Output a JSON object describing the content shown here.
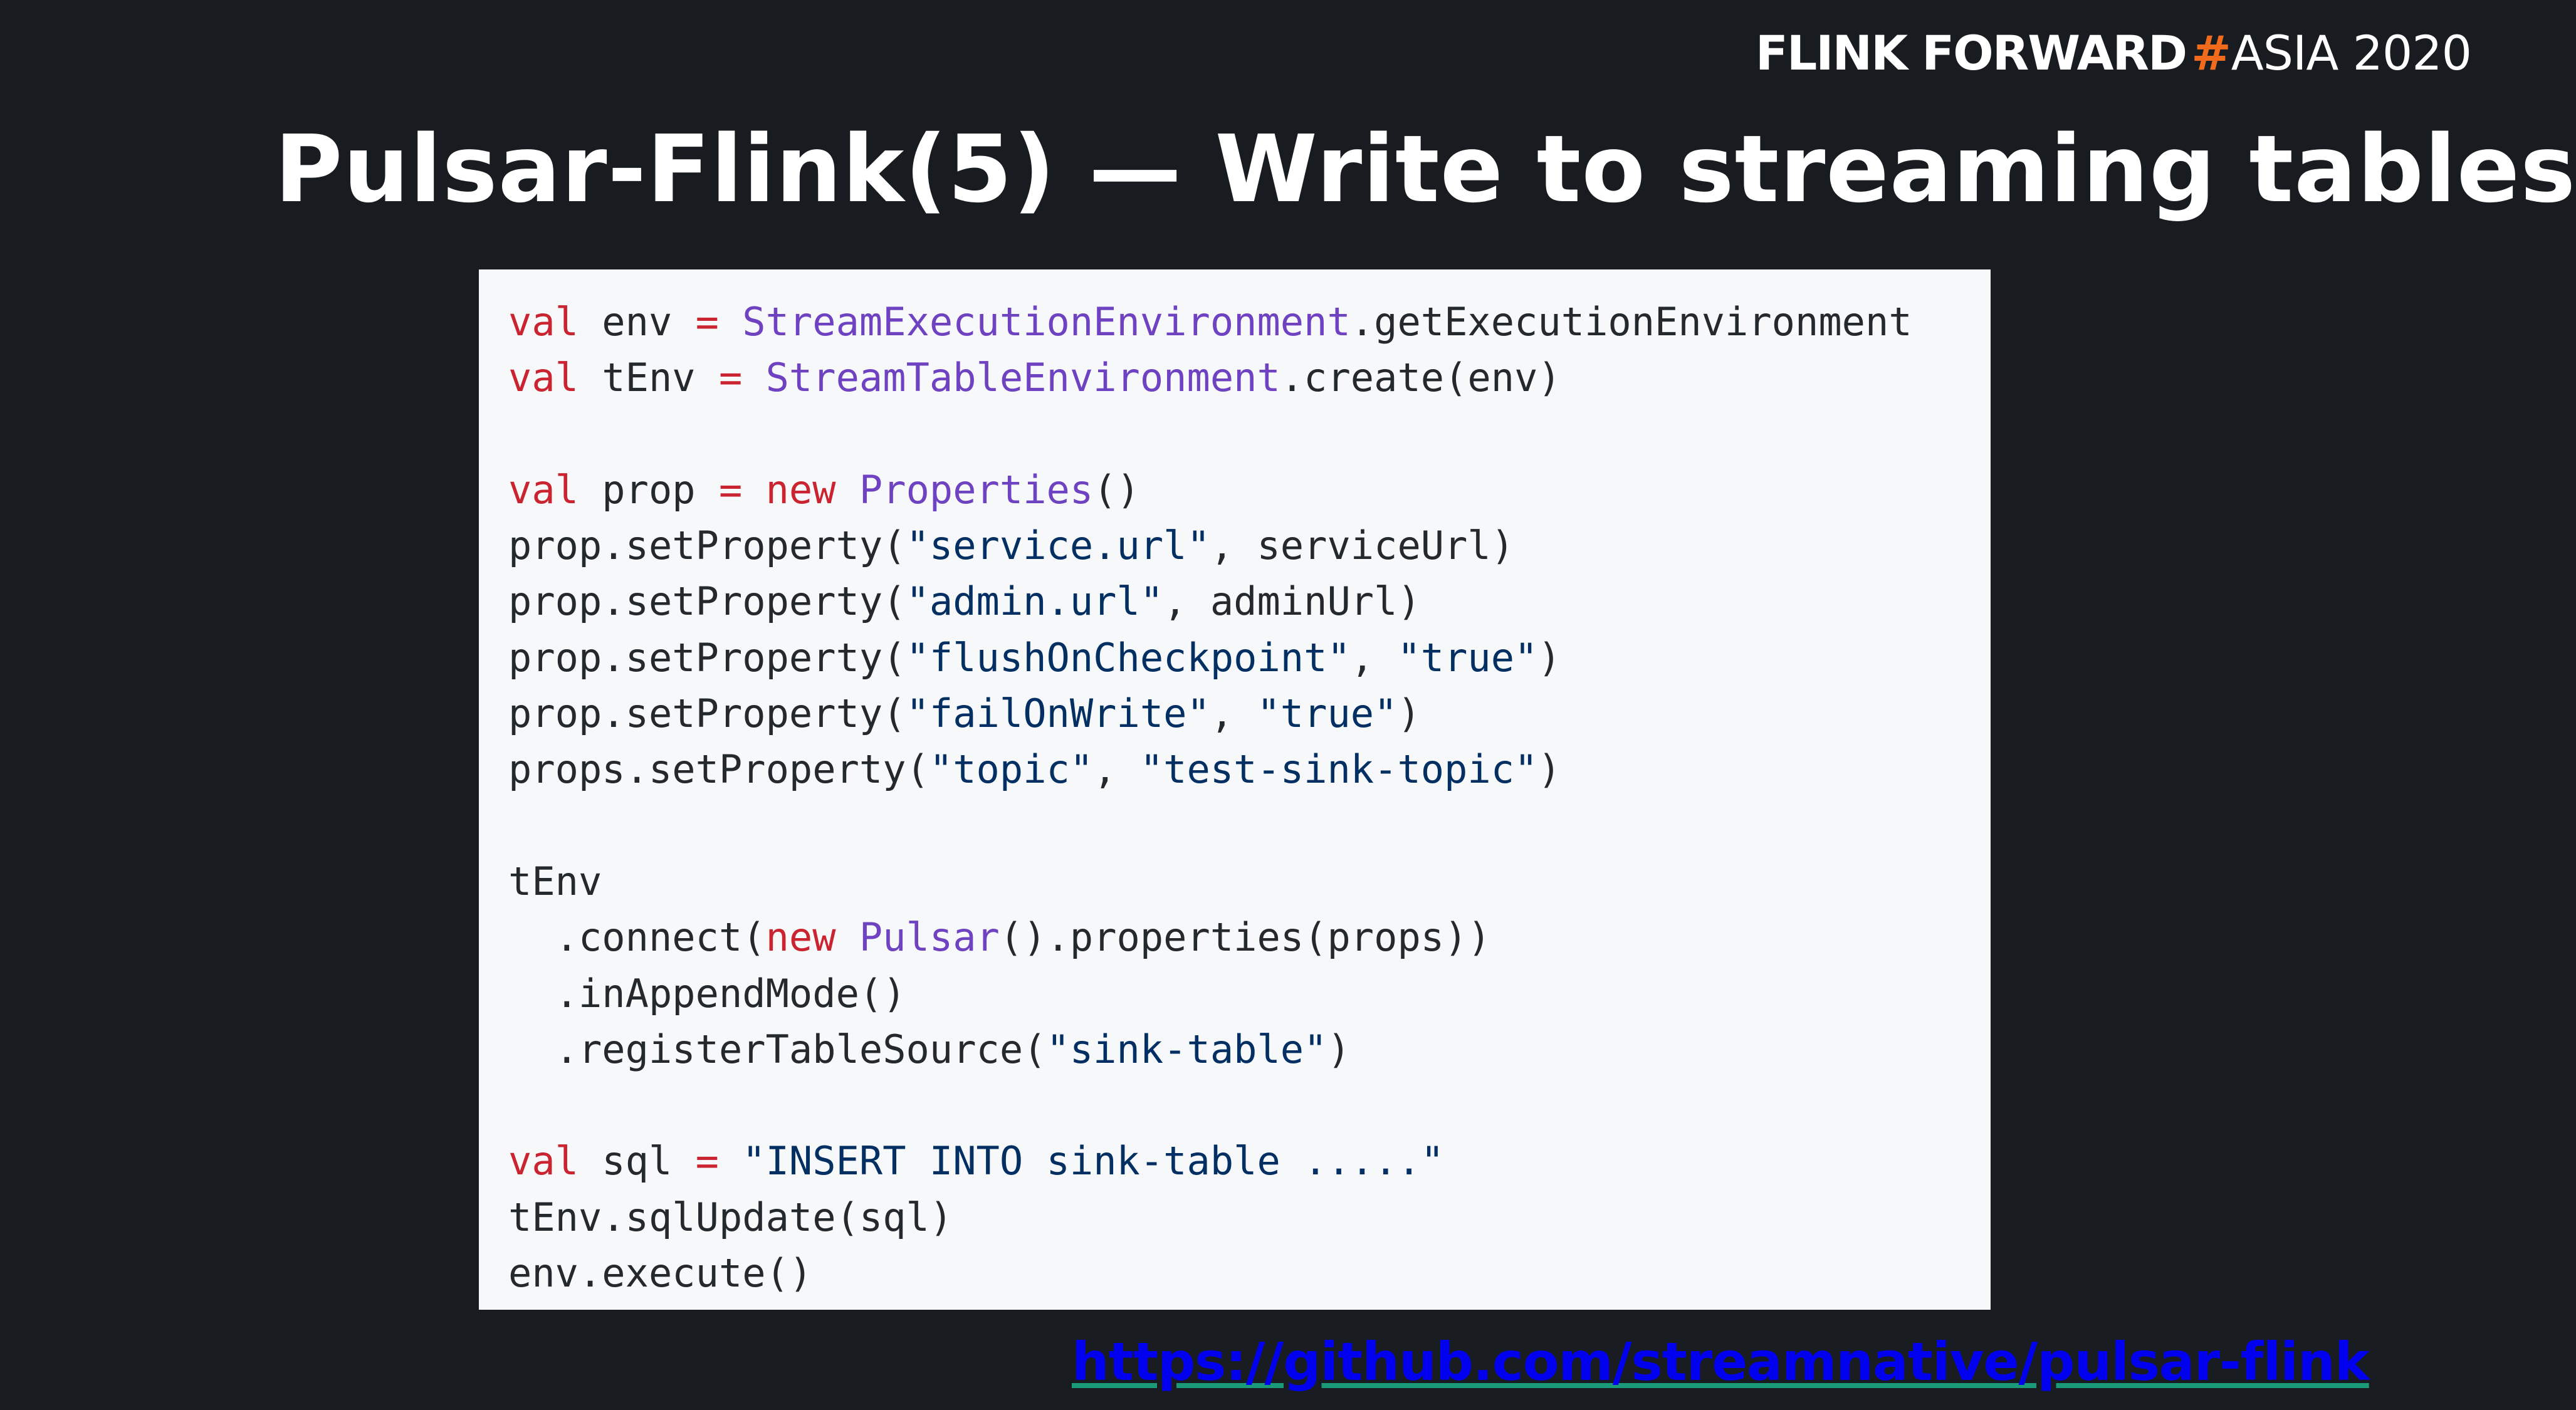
{
  "header": {
    "brand_part1": "FLINK",
    "brand_part2": "FORWARD",
    "brand_hash": "#",
    "brand_part3": "ASIA 2020",
    "brand_hash_color": "#f26a1b"
  },
  "slide": {
    "title": "Pulsar-Flink(5) — Write to streaming tables"
  },
  "code": {
    "colors": {
      "keyword": "#cb2431",
      "type": "#6f42c1",
      "string": "#032f62",
      "plain": "#24292e",
      "background": "#f6f8fa"
    },
    "lines": [
      [
        [
          "keyword",
          "val"
        ],
        [
          "plain",
          " env "
        ],
        [
          "keyword",
          "="
        ],
        [
          "plain",
          " "
        ],
        [
          "type",
          "StreamExecutionEnvironment"
        ],
        [
          "plain",
          ".getExecutionEnvironment"
        ]
      ],
      [
        [
          "keyword",
          "val"
        ],
        [
          "plain",
          " tEnv "
        ],
        [
          "keyword",
          "="
        ],
        [
          "plain",
          " "
        ],
        [
          "type",
          "StreamTableEnvironment"
        ],
        [
          "plain",
          ".create(env)"
        ]
      ],
      [],
      [
        [
          "keyword",
          "val"
        ],
        [
          "plain",
          " prop "
        ],
        [
          "keyword",
          "="
        ],
        [
          "plain",
          " "
        ],
        [
          "keyword",
          "new"
        ],
        [
          "plain",
          " "
        ],
        [
          "type",
          "Properties"
        ],
        [
          "plain",
          "()"
        ]
      ],
      [
        [
          "plain",
          "prop.setProperty("
        ],
        [
          "string",
          "\"service.url\""
        ],
        [
          "plain",
          ", serviceUrl)"
        ]
      ],
      [
        [
          "plain",
          "prop.setProperty("
        ],
        [
          "string",
          "\"admin.url\""
        ],
        [
          "plain",
          ", adminUrl)"
        ]
      ],
      [
        [
          "plain",
          "prop.setProperty("
        ],
        [
          "string",
          "\"flushOnCheckpoint\""
        ],
        [
          "plain",
          ", "
        ],
        [
          "string",
          "\"true\""
        ],
        [
          "plain",
          ")"
        ]
      ],
      [
        [
          "plain",
          "prop.setProperty("
        ],
        [
          "string",
          "\"failOnWrite\""
        ],
        [
          "plain",
          ", "
        ],
        [
          "string",
          "\"true\""
        ],
        [
          "plain",
          ")"
        ]
      ],
      [
        [
          "plain",
          "props.setProperty("
        ],
        [
          "string",
          "\"topic\""
        ],
        [
          "plain",
          ", "
        ],
        [
          "string",
          "\"test-sink-topic\""
        ],
        [
          "plain",
          ")"
        ]
      ],
      [],
      [
        [
          "plain",
          "tEnv"
        ]
      ],
      [
        [
          "plain",
          "  .connect("
        ],
        [
          "keyword",
          "new"
        ],
        [
          "plain",
          " "
        ],
        [
          "type",
          "Pulsar"
        ],
        [
          "plain",
          "().properties(props))"
        ]
      ],
      [
        [
          "plain",
          "  .inAppendMode()"
        ]
      ],
      [
        [
          "plain",
          "  .registerTableSource("
        ],
        [
          "string",
          "\"sink-table\""
        ],
        [
          "plain",
          ")"
        ]
      ],
      [],
      [
        [
          "keyword",
          "val"
        ],
        [
          "plain",
          " sql "
        ],
        [
          "keyword",
          "="
        ],
        [
          "plain",
          " "
        ],
        [
          "string",
          "\"INSERT INTO sink-table .....\""
        ]
      ],
      [
        [
          "plain",
          "tEnv.sqlUpdate(sql)"
        ]
      ],
      [
        [
          "plain",
          "env.execute()"
        ]
      ]
    ]
  },
  "footer": {
    "link_text": "https://github.com/streamnative/pulsar-flink"
  }
}
